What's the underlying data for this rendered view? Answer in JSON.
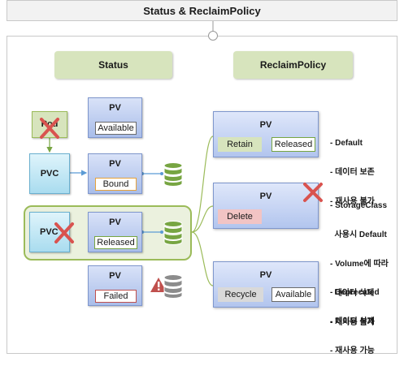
{
  "title": "Status & ReclaimPolicy",
  "headers": {
    "status": "Status",
    "reclaim": "ReclaimPolicy"
  },
  "left": {
    "pod": "Pod",
    "pvc_bound": "PVC",
    "pvc_released": "PVC",
    "pv_available": {
      "title": "PV",
      "label": "Available"
    },
    "pv_bound": {
      "title": "PV",
      "label": "Bound"
    },
    "pv_released": {
      "title": "PV",
      "label": "Released"
    },
    "pv_failed": {
      "title": "PV",
      "label": "Failed"
    }
  },
  "right": {
    "retain": {
      "title": "PV",
      "left_label": "Retain",
      "right_label": "Released"
    },
    "delete": {
      "title": "PV",
      "left_label": "Delete"
    },
    "recycle": {
      "title": "PV",
      "left_label": "Recycle",
      "right_label": "Available"
    }
  },
  "notes": {
    "retain": [
      "- Default",
      "- 데이터 보존",
      "- 재사용 불가"
    ],
    "delete": [
      "- StorageClass",
      "  사용시 Default",
      "- Volume에 따라",
      "  데이터 삭제",
      "- 재사용 불가"
    ],
    "recycle": [
      "- Deprecated",
      "- 데이터 삭제",
      "- 재사용 가능"
    ]
  },
  "colors": {
    "header_bg": "#d7e4bd",
    "pv_gradient_top": "#d9e2f8",
    "pv_border": "#7f97cd",
    "available_border": "#6b6b6b",
    "bound_border": "#e6a23c",
    "released_border": "#77a542",
    "failed_border": "#c0504d",
    "retain_bg": "#d7e4bd",
    "delete_bg": "#f2c4c4",
    "recycle_bg": "#d9d9d9",
    "cross": "#d9534f",
    "db_green": "#77a542",
    "warning_red": "#c0504d"
  },
  "icons": [
    "cross-mark-icon",
    "database-icon",
    "warning-icon"
  ]
}
